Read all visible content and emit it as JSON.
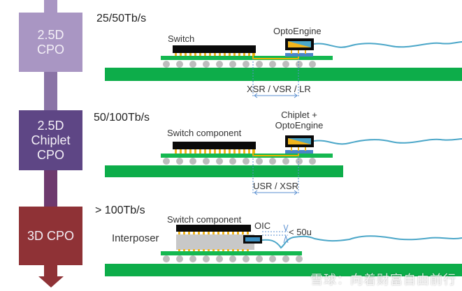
{
  "colors": {
    "stage1": "#a996c3",
    "stage2": "#5e4685",
    "stage3": "#8f3236",
    "connector12": "#8a74a6",
    "connector23": "#6e3a6e",
    "arrow": "#8f3236",
    "pcb_green": "#0dad4a",
    "substrate_green": "#14b850",
    "solder_ball": "#bdbdbd",
    "chip_black": "#0a0a0a",
    "bump_gold": "#f2b51c",
    "trace_gold": "#e6b400",
    "fiber_blue": "#4aa6c8",
    "pad_blue": "#4a86c8",
    "interposer_gray": "#c8c8c8",
    "dim_line": "#5a8fd0"
  },
  "stages": [
    {
      "title_lines": [
        "2.5D",
        "CPO"
      ],
      "bandwidth": "25/50Tb/s",
      "switch_label": "Switch",
      "optics_label_lines": [
        "OptoEngine"
      ],
      "reach_label": "XSR / VSR / LR"
    },
    {
      "title_lines": [
        "2.5D",
        "Chiplet",
        "CPO"
      ],
      "bandwidth": "50/100Tb/s",
      "switch_label": "Switch component",
      "optics_label_lines": [
        "Chiplet +",
        "OptoEngine"
      ],
      "reach_label": "USR / XSR"
    },
    {
      "title_lines": [
        "3D CPO"
      ],
      "bandwidth": "> 100Tb/s",
      "switch_label": "Switch component",
      "interposer_label": "Interposer",
      "optics_label": "OIC",
      "gap_label": "< 50u"
    }
  ],
  "watermark": "雪球：向着财富自由前行"
}
